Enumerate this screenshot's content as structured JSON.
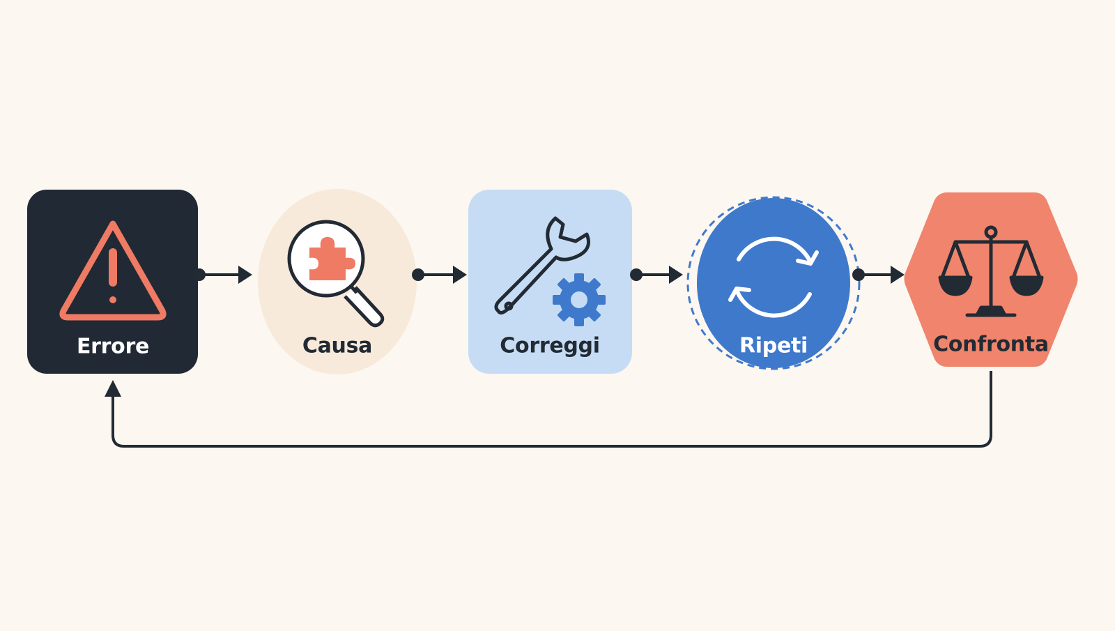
{
  "diagram": {
    "background": "#fcf7f0",
    "line_color": "#222a33",
    "nodes": [
      {
        "id": "errore",
        "label": "Errore",
        "shape": "rounded-square",
        "icon": "warning-triangle-icon",
        "fill": "#212934",
        "text_color": "#ffffff",
        "icon_color": "#ef7b64"
      },
      {
        "id": "causa",
        "label": "Causa",
        "shape": "oval",
        "icon": "magnifier-puzzle-icon",
        "fill": "#f8eadb",
        "text_color": "#222a33",
        "icon_color": "#ef7b64"
      },
      {
        "id": "correggi",
        "label": "Correggi",
        "shape": "rounded-square",
        "icon": "wrench-gear-icon",
        "fill": "#c6dcf4",
        "text_color": "#222a33",
        "icon_color": "#3f79cc"
      },
      {
        "id": "ripeti",
        "label": "Ripeti",
        "shape": "dashed-circle",
        "icon": "refresh-cycle-icon",
        "fill": "#3f79cc",
        "text_color": "#ffffff",
        "icon_color": "#ffffff"
      },
      {
        "id": "confronta",
        "label": "Confronta",
        "shape": "hexagon",
        "icon": "balance-scale-icon",
        "fill": "#f0846c",
        "text_color": "#222a33",
        "icon_color": "#222a33"
      }
    ],
    "edges": [
      {
        "from": "errore",
        "to": "causa"
      },
      {
        "from": "causa",
        "to": "correggi"
      },
      {
        "from": "correggi",
        "to": "ripeti"
      },
      {
        "from": "ripeti",
        "to": "confronta"
      },
      {
        "from": "confronta",
        "to": "errore",
        "type": "feedback-loop"
      }
    ]
  }
}
